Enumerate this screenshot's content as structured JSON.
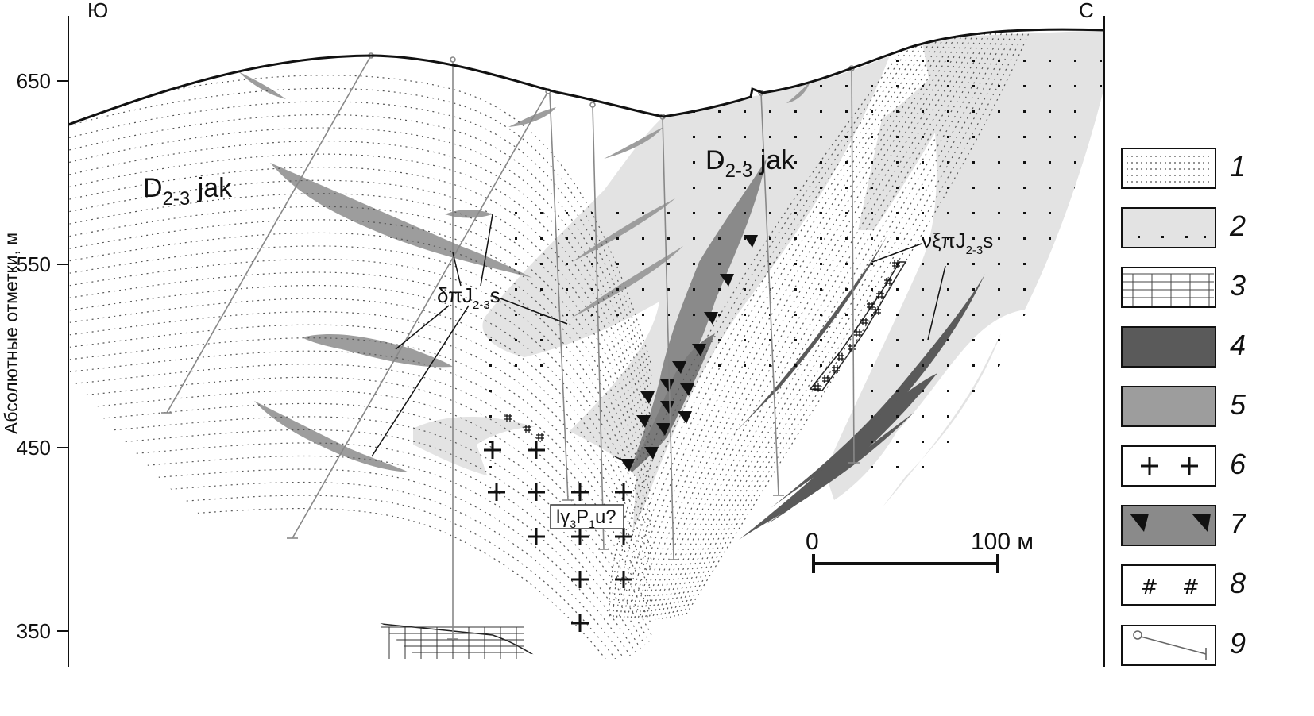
{
  "compass": {
    "south": "Ю",
    "north": "С"
  },
  "axis": {
    "label": "Абсолютные отметки, м",
    "ticks": [
      "650",
      "550",
      "450",
      "350"
    ]
  },
  "formations": {
    "host_left": {
      "main": "D",
      "sub": "2-3",
      "suffix": " jak"
    },
    "host_right": {
      "main": "D",
      "sub": "2-3",
      "suffix": " jak"
    },
    "diorite": {
      "main": "δπJ",
      "sub": "2-3",
      "suffix": "s"
    },
    "syenite": {
      "main": "νξπJ",
      "sub": "2-3",
      "suffix": "s"
    },
    "granite": {
      "a": "lγ",
      "b": "3",
      "c": "P",
      "d": "1",
      "e": "u?"
    }
  },
  "scale": {
    "zero": "0",
    "end": "100 м"
  },
  "legend": [
    "1",
    "2",
    "3",
    "4",
    "5",
    "6",
    "7",
    "8",
    "9"
  ],
  "colors": {
    "light_zone": "#e3e3e3",
    "medium_dikes": "#9d9d9d",
    "dark_bands": "#5a5a5a",
    "breccia": "#8a8a8a",
    "outline": "#111111"
  }
}
